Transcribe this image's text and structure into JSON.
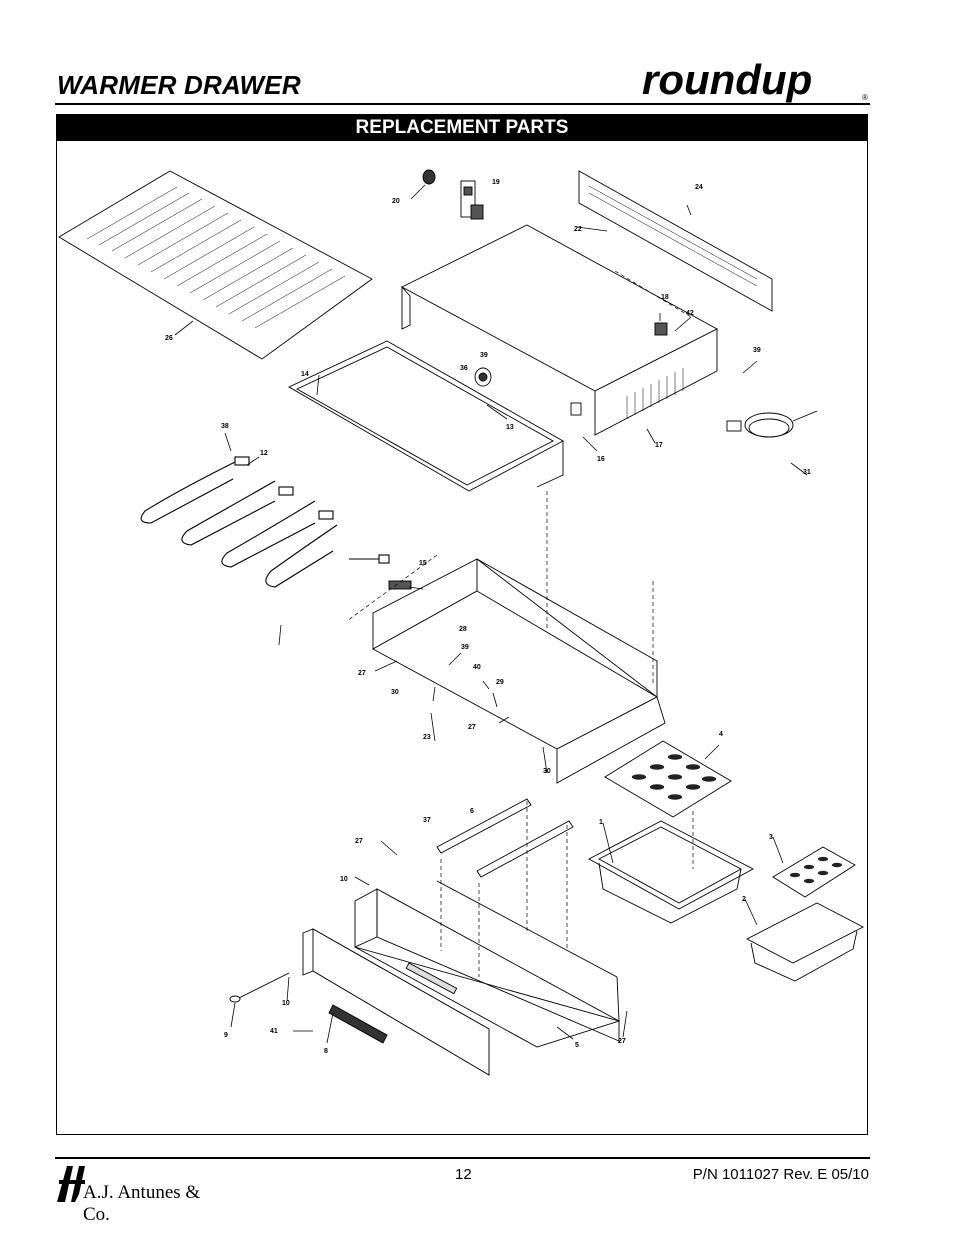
{
  "header": {
    "title": "WARMER DRAWER",
    "brand": "roundup",
    "brand_mark": "®"
  },
  "section": {
    "banner": "REPLACEMENT PARTS"
  },
  "diagram": {
    "callouts": [
      "20",
      "19",
      "24",
      "22",
      "26",
      "18",
      "42",
      "39",
      "36",
      "39",
      "14",
      "13",
      "17",
      "16",
      "38",
      "12",
      "31",
      "15",
      "28",
      "39",
      "27",
      "40",
      "29",
      "30",
      "23",
      "27",
      "30",
      "4",
      "37",
      "6",
      "1",
      "27",
      "3",
      "10",
      "2",
      "10",
      "9",
      "41",
      "8",
      "5",
      "27"
    ]
  },
  "footer": {
    "page_number": "12",
    "part_number": "P/N 1011027 Rev. E 05/10",
    "company": "A.J. Antunes & Co."
  }
}
